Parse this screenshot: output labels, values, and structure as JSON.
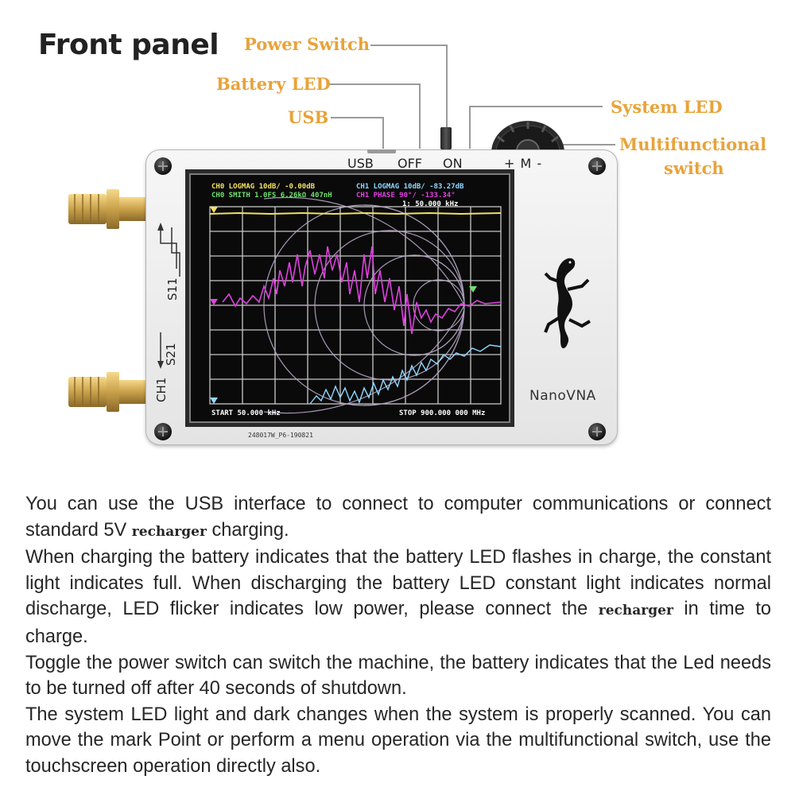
{
  "title": "Front panel",
  "callouts": {
    "power_switch": "Power Switch",
    "battery_led": "Battery LED",
    "usb": "USB",
    "system_led": "System LED",
    "multifunctional_line1": "Multifunctional",
    "multifunctional_line2": "switch"
  },
  "device": {
    "label_usb": "USB",
    "label_off": "OFF",
    "label_on": "ON",
    "label_pm": "+ M -",
    "port_s11": "S11",
    "port_s21": "S21",
    "port_ch1": "CH1",
    "brand": "NanoVNA",
    "serial": "248017W_P6-190821"
  },
  "screen": {
    "row1_left": "CH0 LOGMAG 10dB/ -0.00dB",
    "row1_right": "CH1 LOGMAG 10dB/ -83.27dB",
    "row2_left": "CH0 SMITH 1.0FS 6.26kΩ 407nH",
    "row2_right": "CH1 PHASE 90°/ -133.34°",
    "row3_marker": "1: 50.000 kHz",
    "start": "START 50.000 kHz",
    "stop": "STOP 900.000 000 MHz"
  },
  "description": {
    "p1_a": "You can use the USB interface to connect to computer communications or connect standard 5V ",
    "p1_word": "recharger",
    "p1_b": " charging.",
    "p2_a": "When charging the battery indicates that the battery LED flashes in charge, the constant light indicates full. When discharging the battery LED constant light indicates normal discharge, LED flicker indicates low power, please connect the ",
    "p2_word": "recharger",
    "p2_b": " in time to charge.",
    "p3": "Toggle the power switch can switch the machine, the battery indicates that the Led needs to be turned off after 40 seconds of shutdown.",
    "p4": "The system LED light and dark changes when the system is properly scanned. You can move the mark Point or perform a menu operation via the multifunctional switch, use the touchscreen operation directly also."
  },
  "colors": {
    "callout": "#e8a33a",
    "trace_magenta": "#e040e0",
    "trace_cyan": "#8fd8ff",
    "trace_yellow": "#f2e060",
    "grid": "#c8c8c8"
  }
}
